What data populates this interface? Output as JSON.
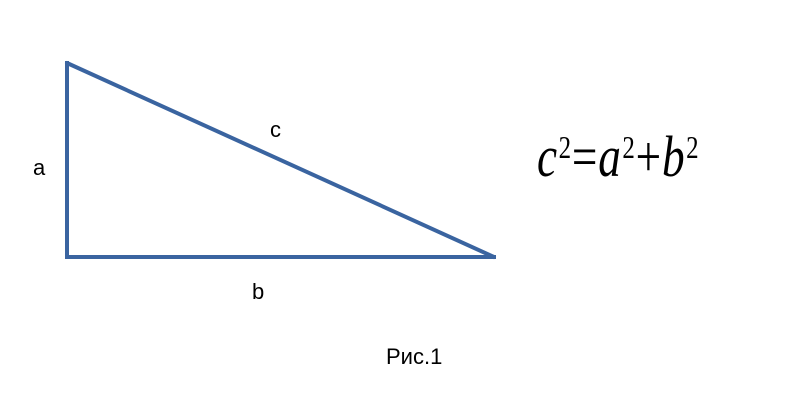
{
  "triangle": {
    "stroke_color": "#3A64A0",
    "side_a_label": "a",
    "side_b_label": "b",
    "side_c_label": "c"
  },
  "formula": {
    "lhs_var": "c",
    "lhs_exp": "2",
    "equals": "=",
    "term1_var": "a",
    "term1_exp": "2",
    "plus": "+",
    "term2_var": "b",
    "term2_exp": "2"
  },
  "caption": "Рис.1"
}
